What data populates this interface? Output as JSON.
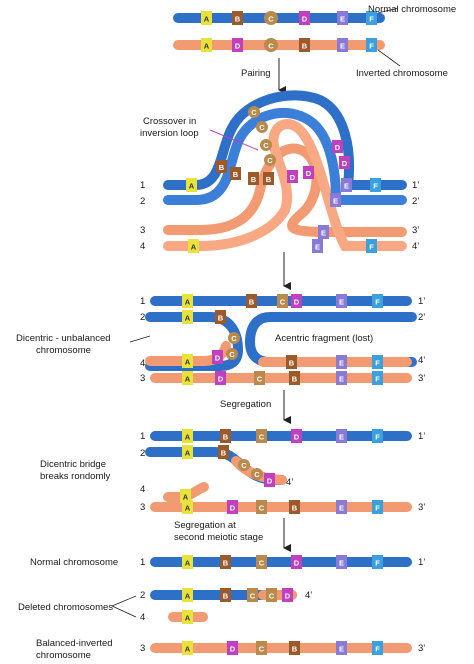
{
  "colors": {
    "blue": "#2e6fc8",
    "blue_light": "#6ea3e8",
    "orange": "#f29a72",
    "orange_light": "#f8c8ae",
    "gene_A": "#e8e23a",
    "gene_B": "#9c5a2a",
    "gene_C": "#b98a4c",
    "gene_D": "#c040c0",
    "gene_E": "#8a7ad8",
    "gene_F": "#3aa0e0"
  },
  "labels": {
    "normal_chromosome_top": "Normal chromosome",
    "inverted_chromosome": "Inverted chromosome",
    "pairing": "Pairing",
    "crossover_line1": "Crossover in",
    "crossover_line2": "inversion loop",
    "dicentric_line1": "Dicentric - unbalanced",
    "dicentric_line2": "chromosome",
    "acentric": "Acentric fragment (lost)",
    "segregation": "Segregation",
    "bridge_line1": "Dicentric bridge",
    "bridge_line2": "breaks rondomly",
    "seg2_line1": "Segregation at",
    "seg2_line2": "second meiotic stage",
    "normal_chromosome_bottom": "Normal chromosome",
    "deleted": "Deleted chromosomes",
    "balanced_line1": "Balanced-inverted",
    "balanced_line2": "chromosome"
  },
  "strand_numbers": {
    "one": "1",
    "one_p": "1’",
    "two": "2",
    "two_p": "2’",
    "three": "3",
    "three_p": "3’",
    "four": "4",
    "four_p": "4’"
  },
  "genes": {
    "A": "A",
    "B": "B",
    "C": "C",
    "D": "D",
    "E": "E",
    "F": "F"
  }
}
